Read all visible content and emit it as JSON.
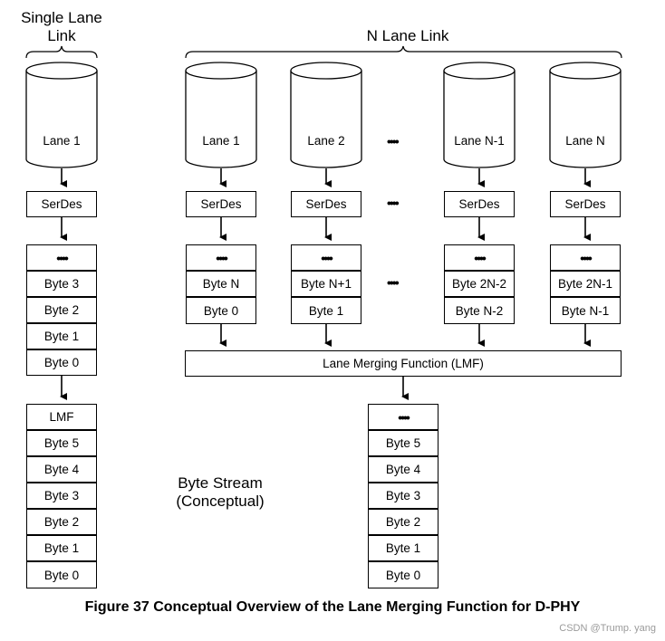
{
  "headers": {
    "single_lane": "Single Lane\nLink",
    "n_lane": "N Lane Link"
  },
  "single": {
    "lane": "Lane 1",
    "serdes": "SerDes",
    "stack": [
      "••••",
      "Byte 3",
      "Byte 2",
      "Byte 1",
      "Byte 0"
    ],
    "output": [
      "LMF",
      "Byte 5",
      "Byte 4",
      "Byte 3",
      "Byte 2",
      "Byte 1",
      "Byte 0"
    ]
  },
  "lanes": [
    {
      "lane": "Lane 1",
      "serdes": "SerDes",
      "stack": [
        "••••",
        "Byte N",
        "Byte 0"
      ]
    },
    {
      "lane": "Lane 2",
      "serdes": "SerDes",
      "stack": [
        "••••",
        "Byte N+1",
        "Byte 1"
      ]
    },
    {
      "lane": "Lane N-1",
      "serdes": "SerDes",
      "stack": [
        "••••",
        "Byte 2N-2",
        "Byte N-2"
      ]
    },
    {
      "lane": "Lane N",
      "serdes": "SerDes",
      "stack": [
        "••••",
        "Byte 2N-1",
        "Byte N-1"
      ]
    }
  ],
  "ellipsis": "••••",
  "lmf": "Lane Merging Function (LMF)",
  "merged_output": [
    "••••",
    "Byte 5",
    "Byte 4",
    "Byte 3",
    "Byte 2",
    "Byte 1",
    "Byte 0"
  ],
  "byte_stream_label": "Byte Stream\n(Conceptual)",
  "caption": "Figure 37 Conceptual Overview of the Lane Merging Function for D-PHY",
  "watermark": "CSDN @Trump. yang"
}
